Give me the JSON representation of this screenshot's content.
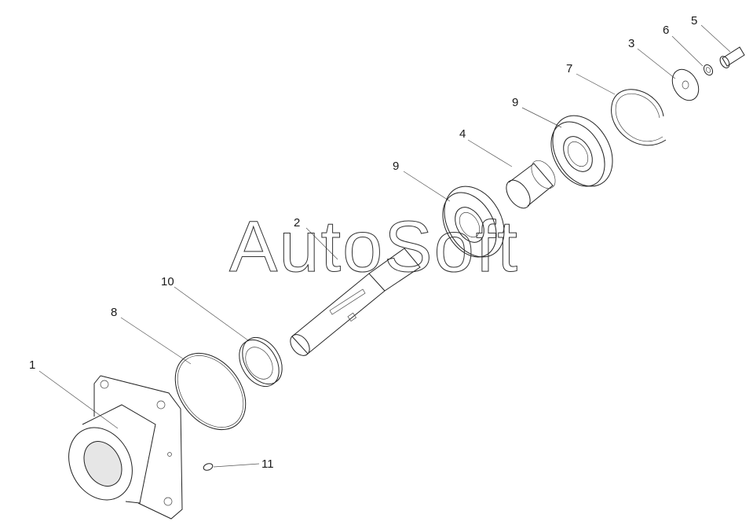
{
  "watermark": "AutoSoft",
  "callouts": [
    "1",
    "2",
    "3",
    "4",
    "5",
    "6",
    "7",
    "8",
    "9",
    "9",
    "10",
    "11"
  ]
}
